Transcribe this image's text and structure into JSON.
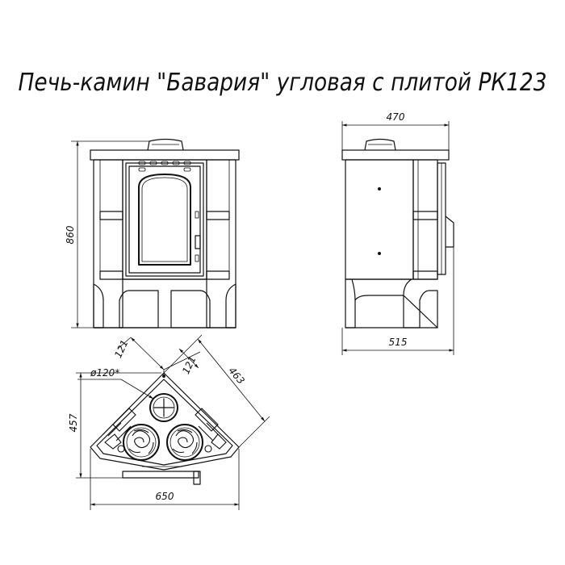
{
  "title": "Печь-камин \"Бавария\" угловая с плитой РК123",
  "dimensions": {
    "height": "860",
    "front_width": "470",
    "side_depth": "515",
    "corner_leg_top": "121",
    "corner_leg_side": "121",
    "diagonal": "463",
    "flue_diameter": "ø120*",
    "plan_depth": "457",
    "plan_width": "650"
  }
}
